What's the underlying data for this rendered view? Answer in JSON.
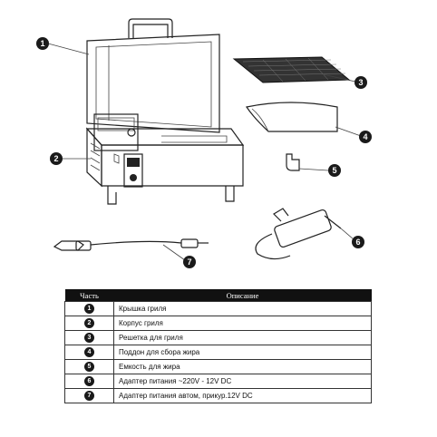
{
  "callouts": [
    "1",
    "2",
    "3",
    "4",
    "5",
    "6",
    "7"
  ],
  "table": {
    "headers": {
      "part": "Часть",
      "description": "Описание"
    },
    "rows": [
      {
        "num": "1",
        "desc": "Крышка гриля"
      },
      {
        "num": "2",
        "desc": "Корпус гриля"
      },
      {
        "num": "3",
        "desc": "Решетка для гриля"
      },
      {
        "num": "4",
        "desc": "Поддон для сбора жира"
      },
      {
        "num": "5",
        "desc": "Емкость для жира"
      },
      {
        "num": "6",
        "desc": "Адаптер питания ~220V - 12V DC"
      },
      {
        "num": "7",
        "desc": "Адаптер питания автом, прикур.12V DC"
      }
    ]
  }
}
